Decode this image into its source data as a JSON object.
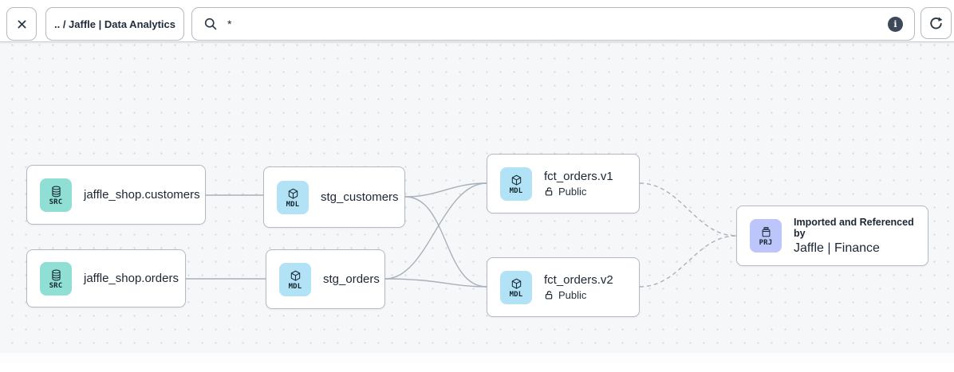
{
  "toolbar": {
    "breadcrumb": ".. / Jaffle | Data Analytics",
    "search": {
      "value": "*",
      "placeholder": ""
    },
    "icons": {
      "close": "x-mark",
      "search": "magnifier",
      "info": "i",
      "refresh": "clockwise-arrow"
    }
  },
  "colors": {
    "source_badge": "#8fdfd4",
    "model_badge": "#b2e2f6",
    "project_badge": "#bcc6fb",
    "edge": "#a8b0bb",
    "canvas_bg": "#f6f7f9"
  },
  "graph": {
    "nodes": [
      {
        "id": "src_customers",
        "type": "source",
        "badge": "SRC",
        "title": "jaffle_shop.customers"
      },
      {
        "id": "src_orders",
        "type": "source",
        "badge": "SRC",
        "title": "jaffle_shop.orders"
      },
      {
        "id": "stg_customers",
        "type": "model",
        "badge": "MDL",
        "title": "stg_customers"
      },
      {
        "id": "stg_orders",
        "type": "model",
        "badge": "MDL",
        "title": "stg_orders"
      },
      {
        "id": "fct_orders_v1",
        "type": "model",
        "badge": "MDL",
        "title": "fct_orders.v1",
        "access": "Public"
      },
      {
        "id": "fct_orders_v2",
        "type": "model",
        "badge": "MDL",
        "title": "fct_orders.v2",
        "access": "Public"
      },
      {
        "id": "prj_finance",
        "type": "project",
        "badge": "PRJ",
        "subtitle": "Imported and Referenced by",
        "title": "Jaffle | Finance"
      }
    ],
    "edges": [
      {
        "from": "src_customers",
        "to": "stg_customers",
        "style": "solid"
      },
      {
        "from": "src_orders",
        "to": "stg_orders",
        "style": "solid"
      },
      {
        "from": "stg_customers",
        "to": "fct_orders_v1",
        "style": "solid"
      },
      {
        "from": "stg_customers",
        "to": "fct_orders_v2",
        "style": "solid"
      },
      {
        "from": "stg_orders",
        "to": "fct_orders_v1",
        "style": "solid"
      },
      {
        "from": "stg_orders",
        "to": "fct_orders_v2",
        "style": "solid"
      },
      {
        "from": "fct_orders_v1",
        "to": "prj_finance",
        "style": "dashed"
      },
      {
        "from": "fct_orders_v2",
        "to": "prj_finance",
        "style": "dashed"
      }
    ]
  }
}
